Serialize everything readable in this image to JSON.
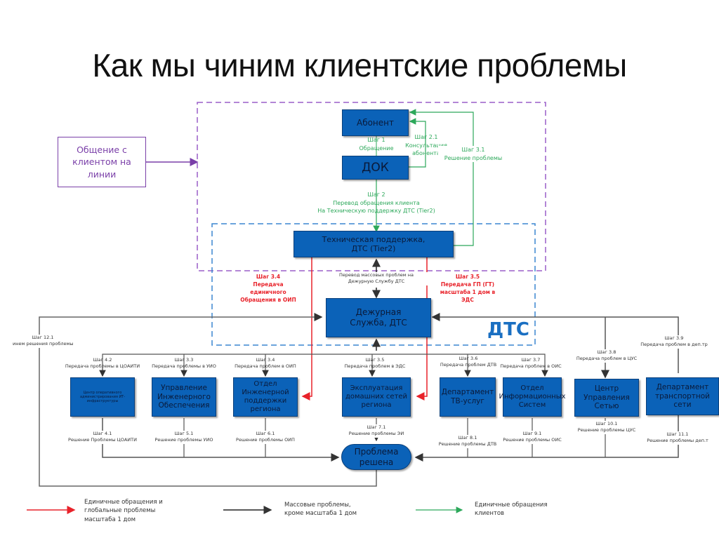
{
  "title": "Как мы чиним клиентские проблемы",
  "client_line_box": "Общение с клиентом на линии",
  "dts_label": "ДТС",
  "nodes": {
    "abonent": "Абонент",
    "dok": "ДОК",
    "tech_support": "Техническая поддержка, ДТС (Tier2)",
    "duty_service": "Дежурная Служба, ДТС",
    "cda": "Центр оперативного администрирования ИТ-инфраструктуры",
    "uio": "Управление Инженерного Обеспечения",
    "oip": "Отдел Инженерной поддержки региона",
    "edn": "Эксплуатация домашних сетей региона",
    "dtv": "Департамент ТВ-услуг",
    "ois": "Отдел Информационных Систем",
    "cus": "Центр Управления Сетью",
    "dts_net": "Департамент транспортной сети",
    "resolved": "Проблема решена"
  },
  "green_labels": {
    "step1": "Шаг 1\nОбращение",
    "step2": "Шаг 2\nПеревод обращения клиента\nНа Техническую поддержку ДТС (Tier2)",
    "step21": "Шаг 2.1\nКонсультация\nабонента",
    "step31": "Шаг 3.1\nРешение проблемы"
  },
  "red_labels": {
    "step34": "Шаг 3.4\nПередача\nединичного\nОбращения в ОИП",
    "step35": "Шаг 3.5\nПередача ГП (ГТ)\nмасштаба 1 дом в\nЭДС"
  },
  "dark_labels": {
    "mass_transfer": "Перевод массовых проблем на\nДежурную Службу ДТС",
    "step121": "Шаг 12.1\nинем решения проблемы",
    "step42": "Шаг 4.2\nПередача проблемы в ЦОАИТИ",
    "step33": "Шаг 3.3\nПередача проблемы в УИО",
    "step34b": "Шаг 3.4\nПередача проблем в ОИП",
    "step35b": "Шаг 3.5\nПередача проблем в ЭДС",
    "step36": "Шаг 3.6\nПередача проблем ДТВ",
    "step37": "Шаг 3.7\nПередача проблем в ОИС",
    "step38": "Шаг 3.8\nПередача проблем в ЦУС",
    "step39": "Шаг 3.9\nПередача проблем в деп.тр",
    "step41": "Шаг 4.1\nРешение Проблемы ЦОАИТИ",
    "step51": "Шаг 5.1\nРешение проблемы УИО",
    "step61": "Шаг 6.1\nРешение проблемы ОИП",
    "step71": "Шаг 7.1\nРешение проблемы ЭИ",
    "step81": "Шаг 8.1\nРешение проблемы ДТВ",
    "step91": "Шаг 9.1\nРешение проблемы ОИС",
    "step101": "Шаг 10.1\nРешение проблемы ЦУС",
    "step111": "Шаг 11.1\nРешение проблемы деп.т"
  },
  "legend": [
    {
      "text": "Единичные обращения и\nглобальные проблемы\nмасштаба 1 дом",
      "color": "#e8222a"
    },
    {
      "text": "Массовые проблемы,\nкроме масштаба 1 дом",
      "color": "#222222"
    },
    {
      "text": "Единичные обращения\nклиентов",
      "color": "#2ca85a"
    }
  ],
  "colors": {
    "node_fill": "#0b62b8",
    "green": "#2ca85a",
    "red": "#e8222a",
    "purple": "#7a3fa8",
    "dts_blue": "#1a6fc2",
    "gray_line": "#555555"
  }
}
